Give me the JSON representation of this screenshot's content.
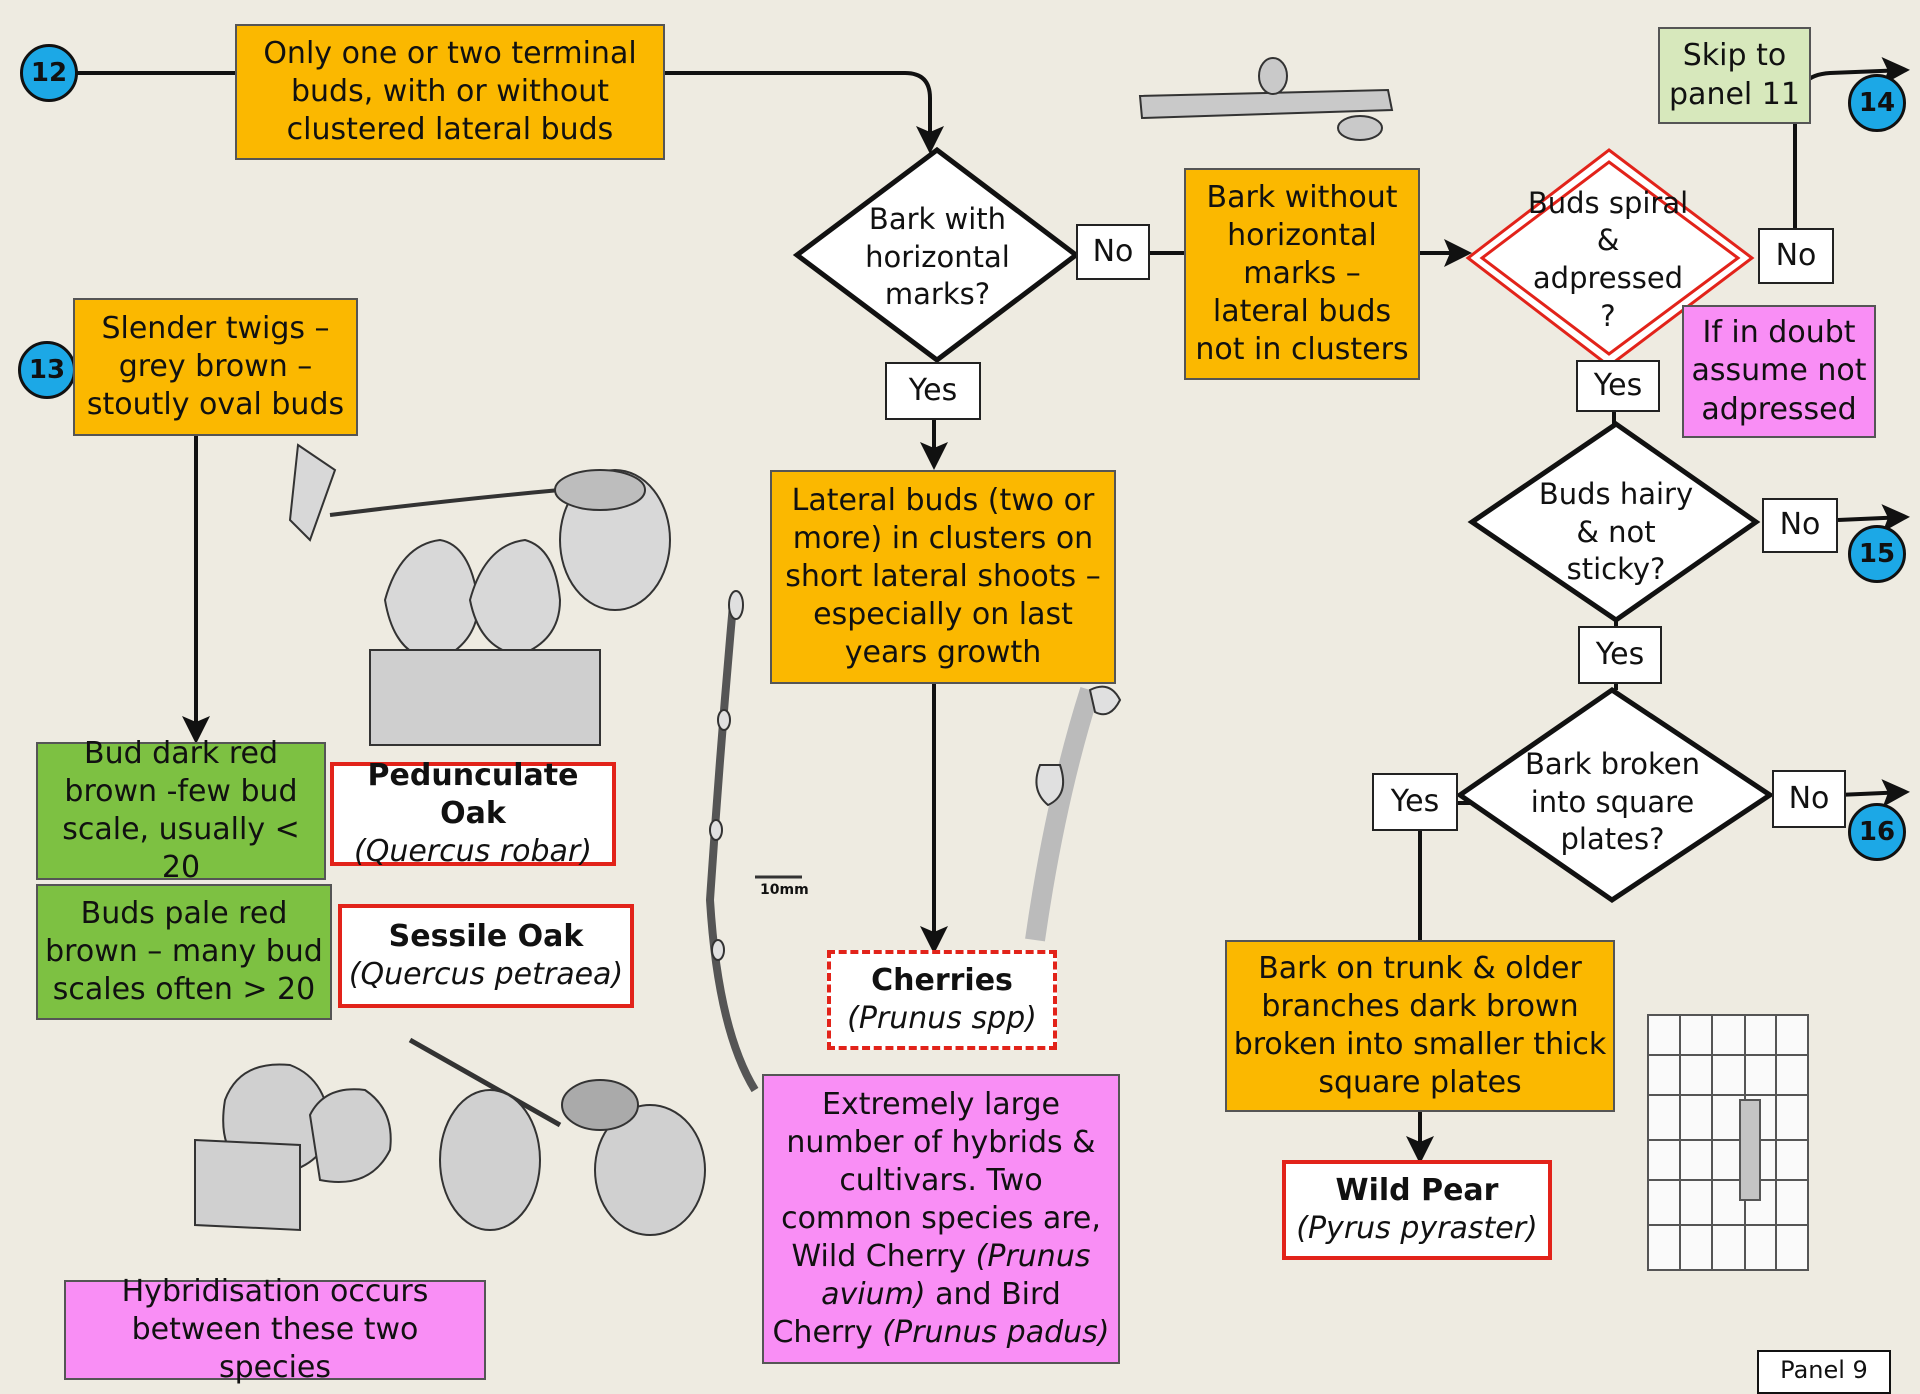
{
  "connectors": {
    "c12": "12",
    "c13": "13",
    "c14": "14",
    "c15": "15",
    "c16": "16"
  },
  "boxes": {
    "only_one_two": "Only one or two terminal buds, with or without clustered lateral buds",
    "slender_twigs": "Slender twigs – grey brown – stoutly oval buds",
    "bud_dark_red": "Bud dark red brown -few bud scale, usually < 20",
    "buds_pale_red": "Buds pale red brown – many bud scales often > 20",
    "hybridisation": "Hybridisation occurs between these two species",
    "lateral_buds": "Lateral buds (two or more) in clusters on short lateral shoots – especially on last years growth",
    "hybrids_cultivars": {
      "line1": "Extremely large number of hybrids & cultivars. Two common species are, Wild Cherry",
      "italic1": "(Prunus avium)",
      "line2": "and Bird Cherry",
      "italic2": "(Prunus padus)"
    },
    "bark_without": "Bark without horizontal marks – lateral buds not in clusters",
    "skip_panel": "Skip to panel 11",
    "if_in_doubt": "If in doubt assume not adpressed",
    "bark_on_trunk": "Bark on trunk & older branches dark brown broken into smaller thick square plates"
  },
  "decisions": {
    "bark_horizontal": "Bark with horizontal marks?",
    "buds_spiral": "Buds spiral & adpressed ?",
    "buds_hairy": "Buds hairy & not sticky?",
    "bark_square": "Bark broken into square plates?"
  },
  "labels": {
    "yes": "Yes",
    "no": "No"
  },
  "species": {
    "pedunculate": {
      "name": "Pedunculate Oak",
      "latin": "(Quercus robar)"
    },
    "sessile": {
      "name": "Sessile Oak",
      "latin": "(Quercus petraea)"
    },
    "cherries": {
      "name": "Cherries",
      "latin": "(Prunus spp)"
    },
    "wild_pear": {
      "name": "Wild Pear",
      "latin": "(Pyrus pyraster)"
    }
  },
  "scale_bar": "10mm",
  "panel_label": "Panel 9",
  "colors": {
    "orange": "#fbb800",
    "green": "#7dc142",
    "pink": "#f98ef5",
    "sage": "#d7e8bc",
    "circle": "#1ca8e6",
    "red": "#e2231a"
  }
}
